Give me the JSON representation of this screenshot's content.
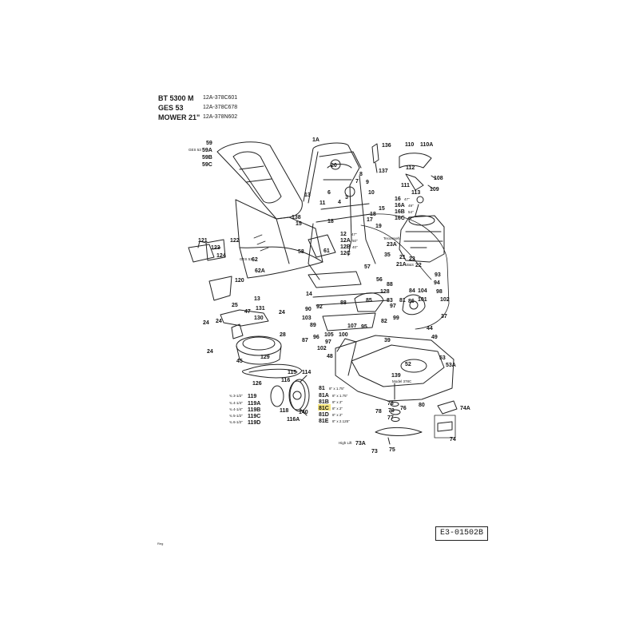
{
  "models": [
    {
      "name": "BT 5300 M",
      "code": "12A-378C601"
    },
    {
      "name": "GES 53",
      "code": "12A-378C678"
    },
    {
      "name": "MOWER 21\"",
      "code": "12A-378N602"
    }
  ],
  "ref_code": "E3-01502B",
  "corner_mark": "Reg",
  "notes": {
    "ges53": "GES 53",
    "ges53b": "GES 53",
    "tecumseh": "Tecumseh",
    "bs": "B&S",
    "model": "Model 378C",
    "highlift": "High Lift",
    "h47": "47\"",
    "h49": "49\"",
    "h54": "54\"",
    "h47b": "47\"",
    "h47c": "47\"",
    "h50": "50\"",
    "h40": "40\"",
    "w81": "8\" x 1.75\"",
    "w81a": "8\" x 1.75\"",
    "w81b": "8\" x 2\"",
    "w81c": "8\" x 2\"",
    "w81d": "8\" x 2\"",
    "w81e": "8\" x 2.125\"",
    "s119": "¾ 3-1/2\"",
    "s119a": "¾ 4-1/4\"",
    "s119b": "¾ 4-1/4\"",
    "s119c": "¾ 5-1/2\"",
    "s119d": "¾ 6-1/2\""
  },
  "labels": {
    "p59": "59",
    "p59a": "59A",
    "p59b": "59B",
    "p59c": "59C",
    "p1a": "1A",
    "p20": "20",
    "p136": "136",
    "p137": "137",
    "p110": "110",
    "p110a": "110A",
    "p112": "112",
    "p108": "108",
    "p111": "111",
    "p113": "113",
    "p109": "109",
    "p13": "13",
    "p6": "6",
    "p8": "8",
    "p7": "7",
    "p9": "9",
    "p4": "4",
    "p3": "3",
    "p10": "10",
    "p11": "11",
    "p16": "16",
    "p16a": "16A",
    "p16b": "16B",
    "p16c": "16C",
    "p15": "15",
    "p18": "18",
    "p17": "17",
    "p19": "19",
    "p138": "138",
    "p15b": "15",
    "p18b": "18",
    "p12": "12",
    "p12a": "12A",
    "p12b": "12B",
    "p12c": "12C",
    "p23a": "23A",
    "p121": "121",
    "p122": "122",
    "p123": "123",
    "p124": "124",
    "p62": "62",
    "p62a": "62A",
    "p58": "58",
    "p61": "61",
    "p35": "35",
    "p21": "21",
    "p21a": "21A",
    "p23": "23",
    "p22": "22",
    "p57": "57",
    "p56": "56",
    "p88": "88",
    "p93": "93",
    "p94": "94",
    "p120": "120",
    "p14": "14",
    "p128": "128",
    "p84": "84",
    "p104": "104",
    "p98": "98",
    "p13b": "13",
    "p47": "47",
    "p131": "131",
    "p90": "90",
    "p92": "92",
    "p88b": "88",
    "p85": "85",
    "p83": "83",
    "p81": "81",
    "p97": "97",
    "p102": "102",
    "p25": "25",
    "p24": "24",
    "p24b": "24",
    "p103": "103",
    "p86": "86",
    "p101": "101",
    "p37": "37",
    "p130": "130",
    "p89": "89",
    "p107": "107",
    "p99": "99",
    "p82": "82",
    "p95": "95",
    "p44": "44",
    "p24c": "24",
    "p24d": "24",
    "p87": "87",
    "p96": "96",
    "p105": "105",
    "p100": "100",
    "p97b": "97",
    "p39": "39",
    "p49": "49",
    "p28": "28",
    "p129": "129",
    "p102b": "102",
    "p48": "48",
    "p45": "45",
    "p53": "53",
    "p53a": "53A",
    "p52": "52",
    "p126": "126",
    "p115": "115",
    "p114": "114",
    "p116": "116",
    "p139": "139",
    "p81r": "81",
    "p81a": "81A",
    "p81b": "81B",
    "p81c": "81C",
    "p81d": "81D",
    "p81e": "81E",
    "p119": "119",
    "p119a": "119A",
    "p119b": "119B",
    "p119c": "119C",
    "p119d": "119D",
    "p118": "118",
    "p140": "140",
    "p116a": "116A",
    "p78": "78",
    "p80": "80",
    "p79": "79",
    "p77": "77",
    "p76": "76",
    "p78b": "78",
    "p74a": "74A",
    "p74": "74",
    "p73a": "73A",
    "p73": "73",
    "p75": "75"
  }
}
